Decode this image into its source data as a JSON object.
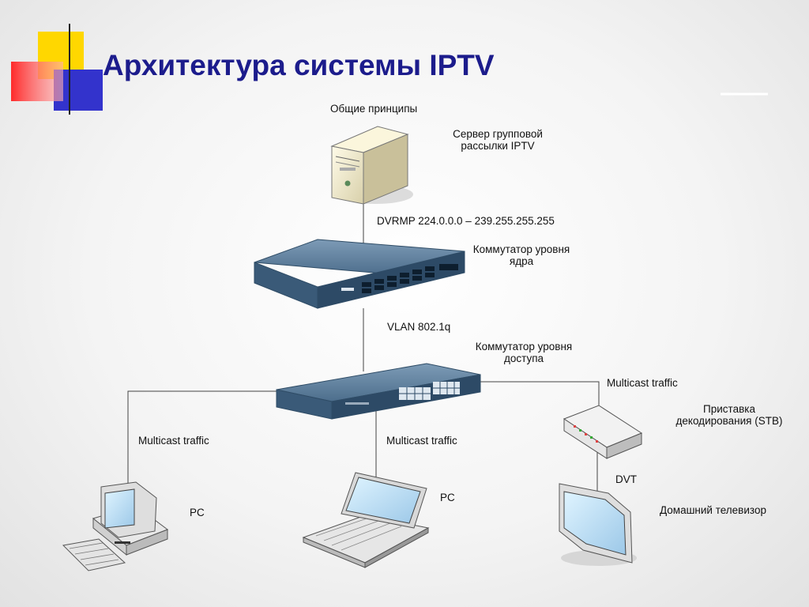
{
  "title": "Архитектура системы IPTV",
  "subtitle": "Общие принципы",
  "labels": {
    "server": [
      "Сервер групповой",
      "рассылки IPTV"
    ],
    "dvrmp": "DVRMP 224.0.0.0 – 239.255.255.255",
    "core_switch": [
      "Коммутатор уровня",
      "ядра"
    ],
    "vlan": "VLAN 802.1q",
    "access_switch": [
      "Коммутатор уровня",
      "доступа"
    ],
    "multicast_left": "Multicast traffic",
    "multicast_center": "Multicast traffic",
    "multicast_right": "Multicast traffic",
    "stb": [
      "Приставка",
      "декодирования (STB)"
    ],
    "dvt": "DVT",
    "tv": "Домашний телевизор",
    "pc_desktop": "PC",
    "pc_laptop": "PC"
  },
  "colors": {
    "title": "#1c1c8c",
    "switch_body": "#3d5f7d",
    "deco_yellow": "#ffd700",
    "deco_red": "#ff3b3b",
    "deco_blue": "#3333cc"
  }
}
